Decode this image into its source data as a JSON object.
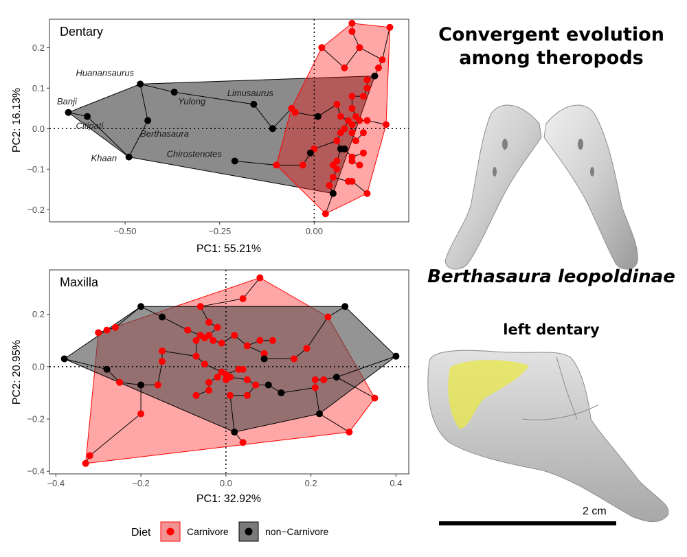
{
  "headline": "Convergent evolution among theropods",
  "species": "Berthasaura leopoldinae",
  "subtitle": "left dentary",
  "scale_label": "2 cm",
  "legend": {
    "title": "Diet",
    "items": [
      {
        "label": "Carnivore",
        "color": "#ff0000"
      },
      {
        "label": "non−Carnivore",
        "color": "#000000"
      }
    ]
  },
  "colors": {
    "carnivore_fill": "#f08080",
    "noncarnivore_fill": "#4d4d4d",
    "carnivore": "#ff0000",
    "noncarnivore": "#000000"
  },
  "chart_data": [
    {
      "type": "scatter",
      "title": "Dentary",
      "xlabel": "PC1: 55.21%",
      "ylabel": "PC2: 16.13%",
      "xlim": [
        -0.7,
        0.25
      ],
      "ylim": [
        -0.23,
        0.27
      ],
      "xticks": [
        -0.5,
        -0.25,
        0.0
      ],
      "xtick_labels": [
        "−0.50",
        "−0.25",
        "0.00"
      ],
      "yticks": [
        -0.2,
        -0.1,
        0.0,
        0.1,
        0.2
      ],
      "ytick_labels": [
        "−0.2",
        "−0.1",
        "0.0",
        "0.1",
        "0.2"
      ],
      "grid": false,
      "series": [
        {
          "name": "Carnivore",
          "points": [
            [
              0.1,
              0.26
            ],
            [
              0.1,
              0.24
            ],
            [
              0.2,
              0.25
            ],
            [
              0.02,
              0.2
            ],
            [
              0.12,
              0.2
            ],
            [
              0.18,
              0.17
            ],
            [
              0.17,
              0.15
            ],
            [
              0.08,
              0.15
            ],
            [
              0.14,
              0.12
            ],
            [
              0.14,
              0.1
            ],
            [
              0.1,
              0.08
            ],
            [
              0.13,
              0.08
            ],
            [
              0.06,
              0.06
            ],
            [
              0.1,
              0.05
            ],
            [
              0.07,
              0.03
            ],
            [
              0.11,
              0.03
            ],
            [
              0.09,
              0.02
            ],
            [
              -0.06,
              0.05
            ],
            [
              -0.05,
              0.04
            ],
            [
              0.12,
              0.02
            ],
            [
              0.1,
              0.01
            ],
            [
              0.14,
              0.02
            ],
            [
              0.19,
              0.01
            ],
            [
              0.08,
              0.0
            ],
            [
              0.1,
              -0.01
            ],
            [
              0.13,
              -0.01
            ],
            [
              0.07,
              -0.01
            ],
            [
              0.11,
              -0.03
            ],
            [
              0.06,
              -0.03
            ],
            [
              0.0,
              -0.05
            ],
            [
              0.08,
              -0.05
            ],
            [
              0.13,
              -0.06
            ],
            [
              0.1,
              -0.07
            ],
            [
              -0.01,
              -0.06
            ],
            [
              0.06,
              -0.08
            ],
            [
              0.1,
              -0.08
            ],
            [
              0.12,
              -0.09
            ],
            [
              -0.03,
              -0.09
            ],
            [
              -0.1,
              -0.09
            ],
            [
              0.05,
              -0.09
            ],
            [
              0.06,
              -0.1
            ],
            [
              0.05,
              -0.12
            ],
            [
              0.09,
              -0.13
            ],
            [
              0.1,
              -0.13
            ],
            [
              0.04,
              -0.14
            ],
            [
              0.14,
              -0.16
            ],
            [
              0.03,
              -0.21
            ]
          ]
        },
        {
          "name": "non−Carnivore",
          "points": [
            [
              -0.65,
              0.04
            ],
            [
              -0.6,
              0.03
            ],
            [
              -0.46,
              0.11
            ],
            [
              -0.37,
              0.09
            ],
            [
              -0.44,
              0.02
            ],
            [
              -0.49,
              -0.07
            ],
            [
              -0.16,
              0.06
            ],
            [
              -0.21,
              -0.08
            ],
            [
              -0.11,
              0.0
            ],
            [
              0.01,
              0.03
            ],
            [
              -0.01,
              -0.06
            ],
            [
              0.07,
              -0.05
            ],
            [
              0.08,
              -0.05
            ],
            [
              0.05,
              -0.16
            ],
            [
              0.16,
              0.13
            ]
          ]
        }
      ],
      "labels": [
        {
          "text": "Banji",
          "x": -0.68,
          "y": 0.06
        },
        {
          "text": "Huanansaurus",
          "x": -0.63,
          "y": 0.13
        },
        {
          "text": "Yulong",
          "x": -0.36,
          "y": 0.06
        },
        {
          "text": "Limusaurus",
          "x": -0.23,
          "y": 0.08
        },
        {
          "text": "Citipati",
          "x": -0.63,
          "y": 0.0
        },
        {
          "text": "Berthasaura",
          "x": -0.46,
          "y": -0.02
        },
        {
          "text": "Khaan",
          "x": -0.59,
          "y": -0.08
        },
        {
          "text": "Chirostenotes",
          "x": -0.39,
          "y": -0.07
        }
      ]
    },
    {
      "type": "scatter",
      "title": "Maxilla",
      "xlabel": "PC1: 32.92%",
      "ylabel": "PC2: 20.95%",
      "xlim": [
        -0.415,
        0.43
      ],
      "ylim": [
        -0.41,
        0.37
      ],
      "xticks": [
        -0.4,
        -0.2,
        0.0,
        0.2,
        0.4
      ],
      "xtick_labels": [
        "−0.4",
        "−0.2",
        "0.0",
        "0.2",
        "0.4"
      ],
      "yticks": [
        -0.4,
        -0.2,
        0.0,
        0.2
      ],
      "ytick_labels": [
        "−0.4",
        "−0.2",
        "0.0",
        "0.2"
      ],
      "grid": false,
      "series": [
        {
          "name": "Carnivore",
          "points": [
            [
              0.08,
              0.34
            ],
            [
              0.04,
              0.26
            ],
            [
              -0.06,
              0.23
            ],
            [
              0.24,
              0.19
            ],
            [
              -0.04,
              0.17
            ],
            [
              -0.26,
              0.15
            ],
            [
              -0.3,
              0.13
            ],
            [
              -0.28,
              0.14
            ],
            [
              -0.09,
              0.14
            ],
            [
              -0.02,
              0.15
            ],
            [
              -0.06,
              0.12
            ],
            [
              -0.07,
              0.1
            ],
            [
              -0.05,
              0.11
            ],
            [
              -0.04,
              0.12
            ],
            [
              -0.03,
              0.1
            ],
            [
              0.02,
              0.12
            ],
            [
              0.08,
              0.1
            ],
            [
              0.11,
              0.1
            ],
            [
              -0.01,
              0.09
            ],
            [
              0.05,
              0.08
            ],
            [
              -0.15,
              0.06
            ],
            [
              0.09,
              0.05
            ],
            [
              0.19,
              0.07
            ],
            [
              0.16,
              0.03
            ],
            [
              -0.07,
              0.04
            ],
            [
              -0.15,
              0.02
            ],
            [
              -0.05,
              0.01
            ],
            [
              0.03,
              -0.01
            ],
            [
              0.04,
              -0.01
            ],
            [
              -0.01,
              -0.02
            ],
            [
              0.0,
              -0.03
            ],
            [
              -0.02,
              -0.04
            ],
            [
              0.01,
              -0.04
            ],
            [
              0.0,
              -0.05
            ],
            [
              -0.04,
              -0.06
            ],
            [
              0.05,
              -0.05
            ],
            [
              0.07,
              -0.07
            ],
            [
              0.21,
              -0.05
            ],
            [
              0.23,
              -0.05
            ],
            [
              -0.25,
              -0.06
            ],
            [
              -0.16,
              -0.07
            ],
            [
              -0.2,
              -0.07
            ],
            [
              0.21,
              -0.08
            ],
            [
              -0.04,
              -0.09
            ],
            [
              -0.07,
              -0.11
            ],
            [
              0.01,
              -0.11
            ],
            [
              0.05,
              -0.11
            ],
            [
              0.35,
              -0.12
            ],
            [
              -0.2,
              -0.18
            ],
            [
              0.29,
              -0.25
            ],
            [
              0.04,
              -0.29
            ],
            [
              -0.32,
              -0.34
            ],
            [
              -0.33,
              -0.37
            ]
          ]
        },
        {
          "name": "non−Carnivore",
          "points": [
            [
              -0.38,
              0.03
            ],
            [
              -0.28,
              -0.01
            ],
            [
              -0.2,
              0.23
            ],
            [
              -0.15,
              0.19
            ],
            [
              0.28,
              0.23
            ],
            [
              0.4,
              0.04
            ],
            [
              0.26,
              -0.04
            ],
            [
              0.09,
              0.03
            ],
            [
              0.1,
              -0.07
            ],
            [
              0.13,
              -0.1
            ],
            [
              -0.2,
              -0.07
            ],
            [
              0.22,
              -0.18
            ],
            [
              0.02,
              -0.25
            ]
          ]
        }
      ]
    }
  ]
}
